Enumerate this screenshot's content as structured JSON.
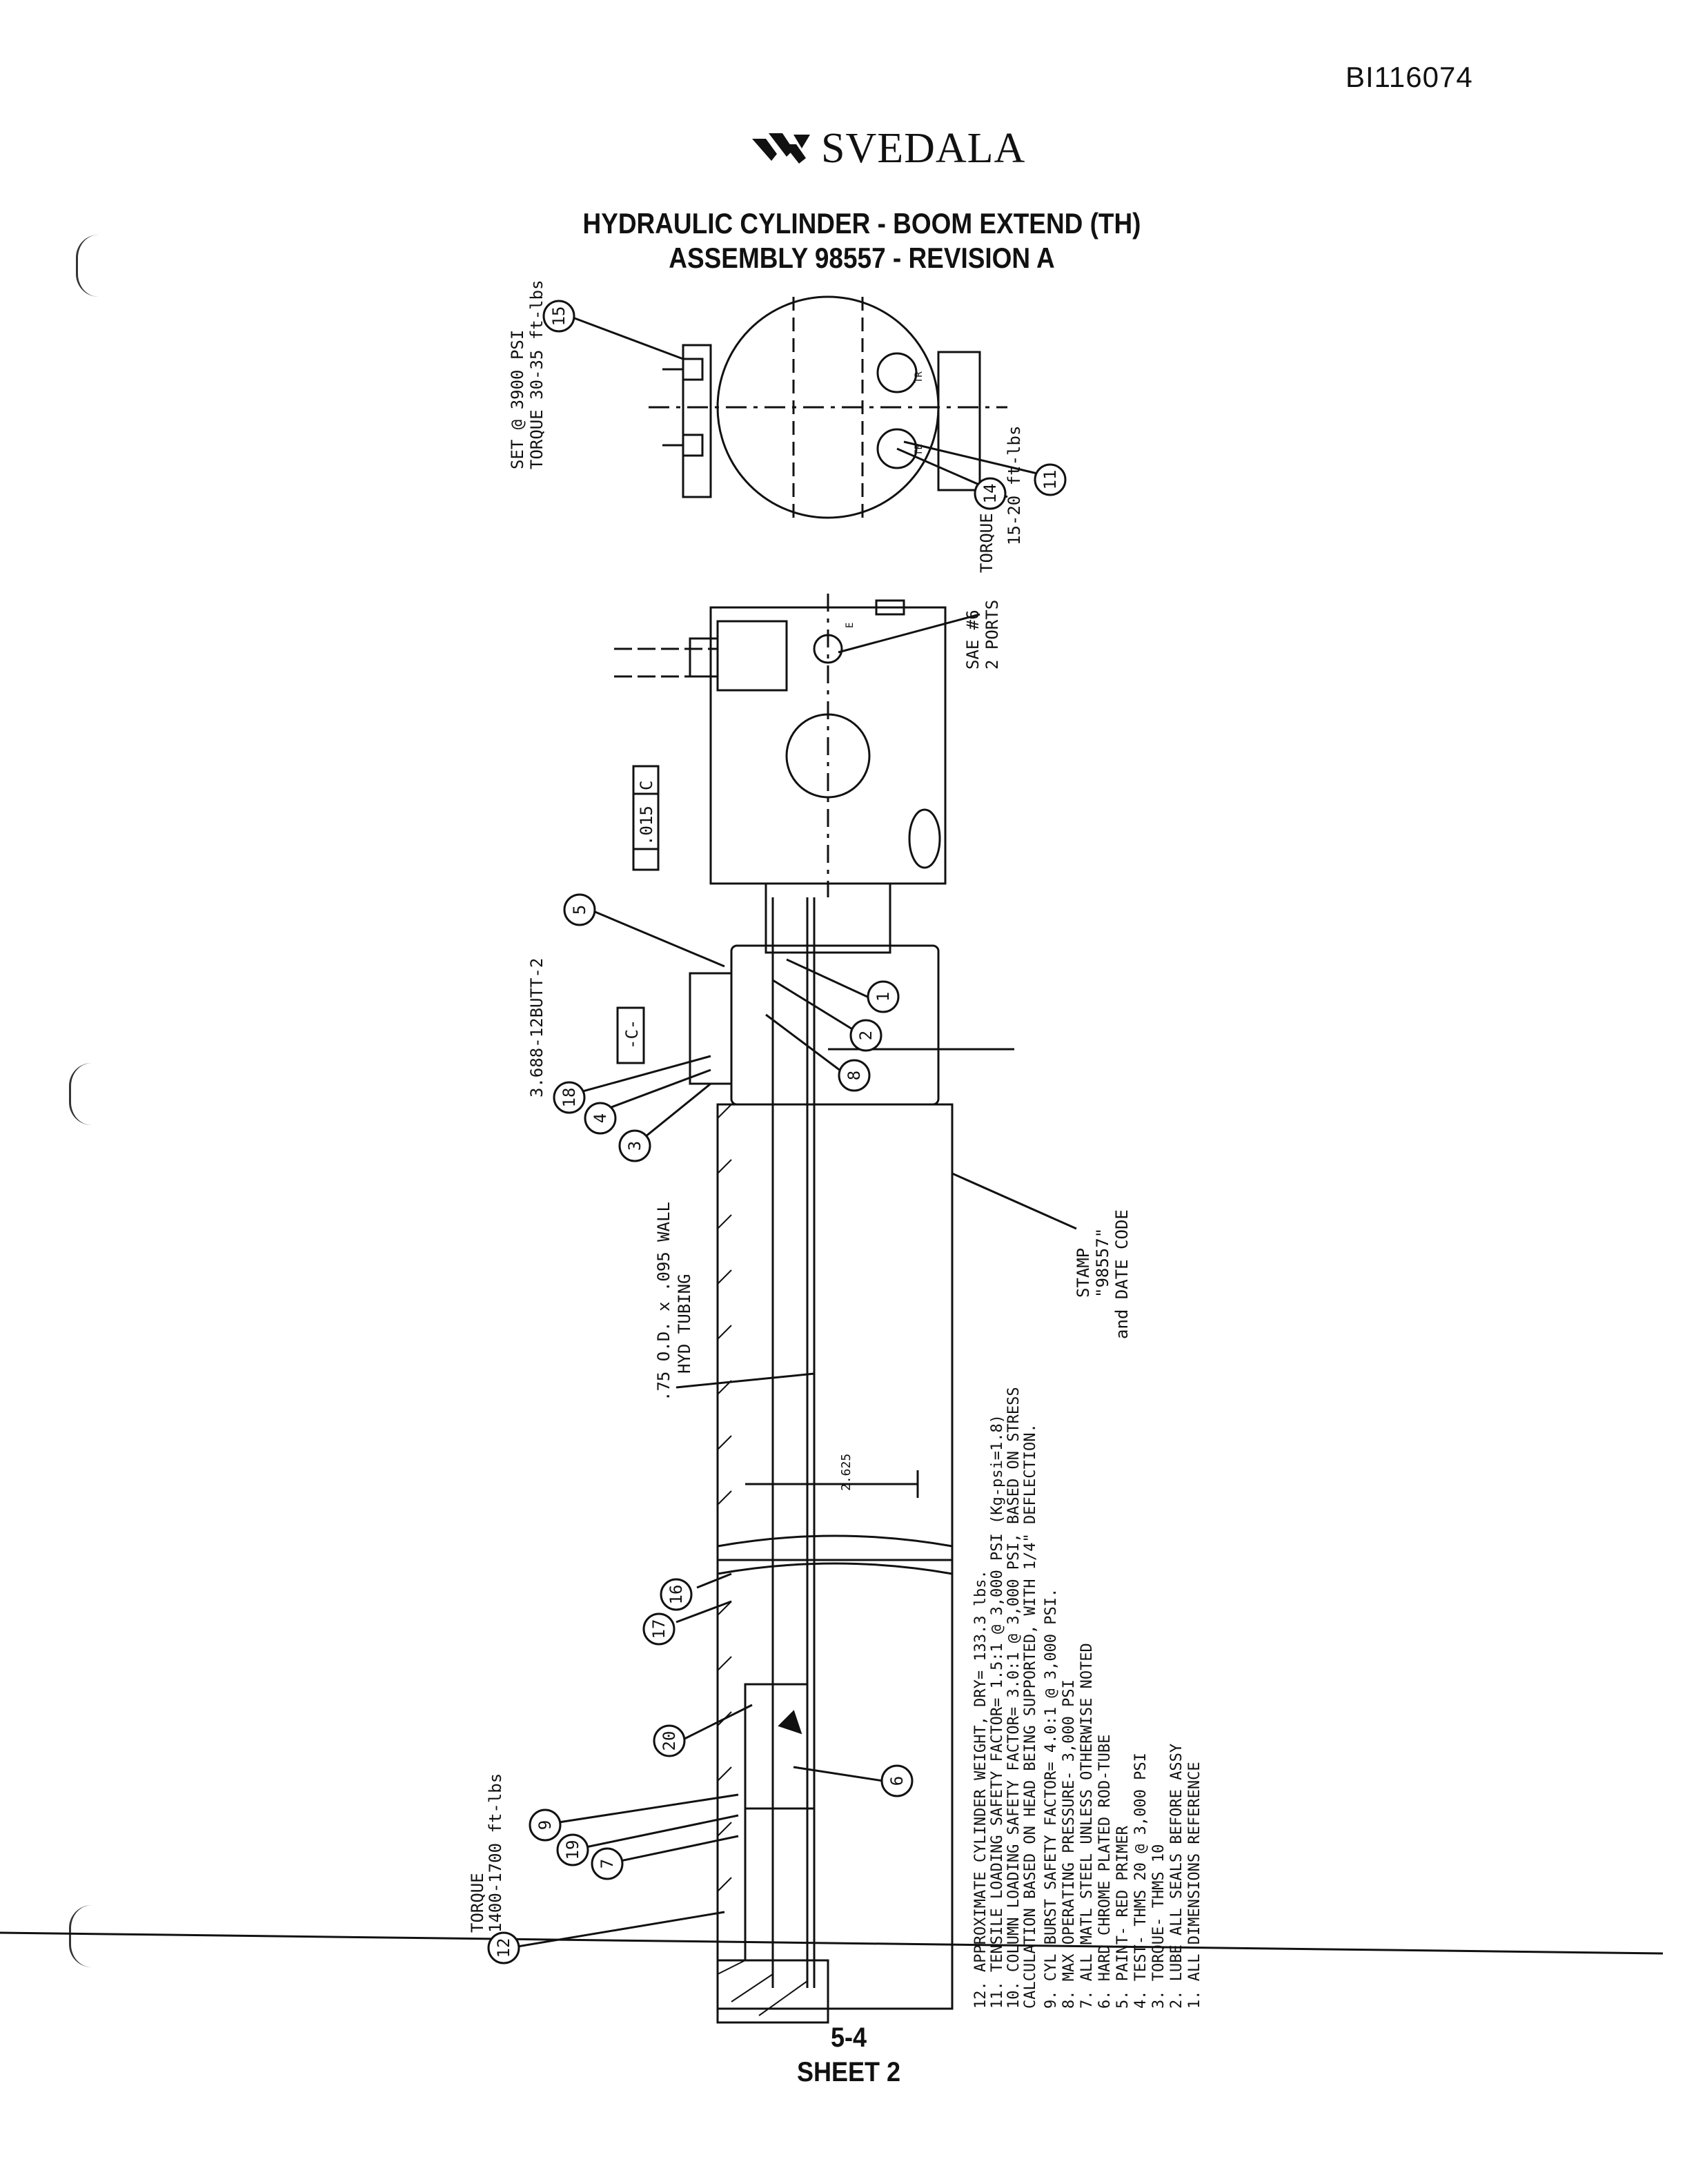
{
  "document": {
    "doc_id": "BI116074",
    "brand": "SVEDALA",
    "title_line1": "HYDRAULIC CYLINDER - BOOM EXTEND (TH)",
    "title_line2": "ASSEMBLY 98557 - REVISION A",
    "page_number": "5-4",
    "sheet": "SHEET 2"
  },
  "annotations": {
    "set_pressure": "SET @ 3900 PSI",
    "torque_15": "TORQUE 30-35 ft-lbs",
    "torque_14_a": "TORQUE",
    "torque_14_b": "15-20 ft-lbs",
    "sae_ports_a": "SAE #6",
    "sae_ports_b": "2 PORTS",
    "tolerance": ".015",
    "datum_c_frame": "C",
    "datum_c": "-C-",
    "thread_spec": "3.688-12BUTT-2",
    "tubing_a": ".75 O.D. x .095 WALL",
    "tubing_b": "HYD TUBING",
    "stamp_a": "STAMP",
    "stamp_b": "\"98557\"",
    "stamp_c": "and DATE CODE",
    "dimension": "2.625",
    "torque_12_a": "TORQUE",
    "torque_12_b": "1400-1700 ft-lbs",
    "port_tr": "TR",
    "port_te": "TE",
    "port_e": "E"
  },
  "callouts": [
    "15",
    "14",
    "11",
    "5",
    "1",
    "2",
    "8",
    "18",
    "4",
    "3",
    "16",
    "17",
    "20",
    "6",
    "9",
    "19",
    "7",
    "12"
  ],
  "notes": [
    "12. APPROXIMATE CYLINDER WEIGHT, DRY= 133.3 lbs.",
    "11. TENSILE LOADING SAFETY FACTOR= 1.5:1 @ 3,000 PSI (Kg-psi=1.8)",
    "10. COLUMN LOADING SAFETY FACTOR= 3.0:1 @ 3,000 PSI, BASED ON STRESS",
    "     CALCULATION BASED ON HEAD BEING SUPPORTED, WITH 1/4\" DEFLECTION.",
    "9. CYL BURST SAFETY FACTOR= 4.0:1 @ 3,000 PSI.",
    "8. MAX OPERATING PRESSURE- 3,000 PSI",
    "7. ALL MATL STEEL UNLESS OTHERWISE NOTED",
    "6. HARD CHROME PLATED ROD-TUBE",
    "5. PAINT- RED PRIMER",
    "4. TEST- THMS 20 @ 3,000 PSI",
    "3. TORQUE- THMS 10",
    "2. LUBE ALL SEALS BEFORE ASSY",
    "1. ALL DIMENSIONS REFERENCE"
  ]
}
